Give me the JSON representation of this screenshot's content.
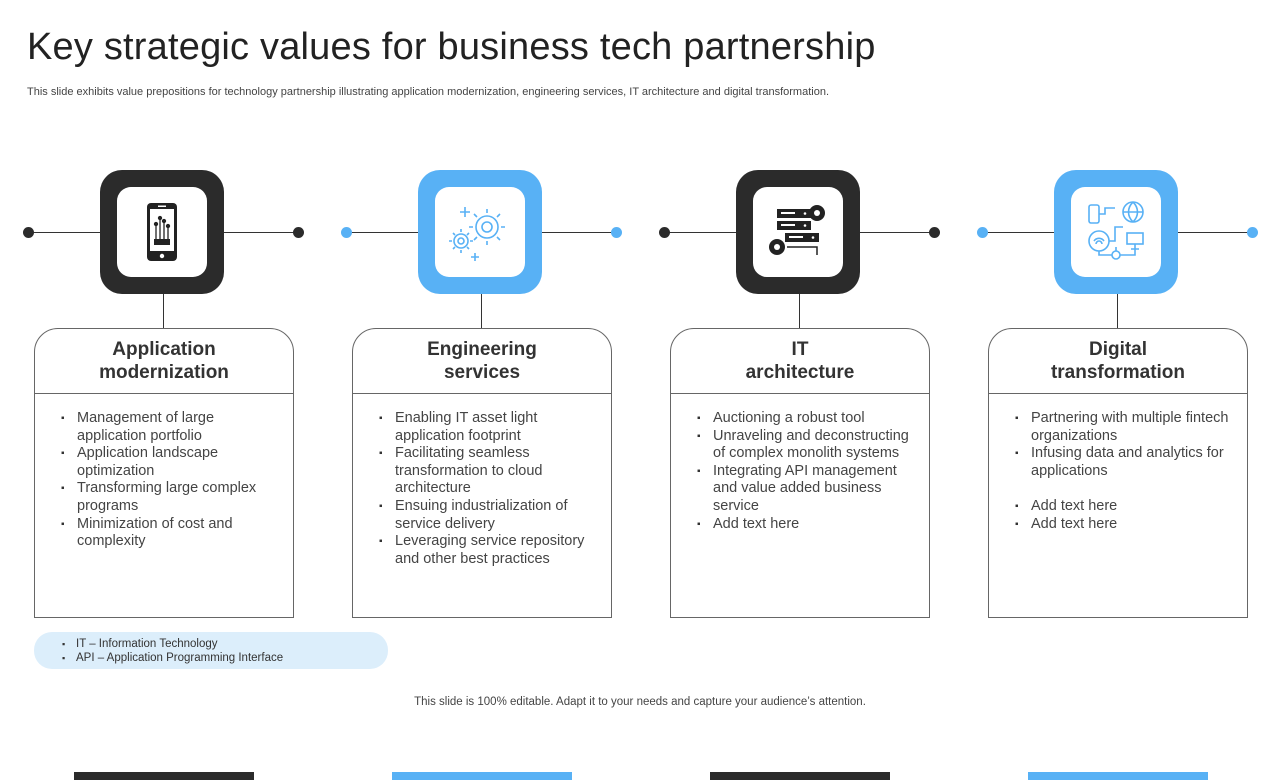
{
  "slide": {
    "title": "Key strategic  values for business tech partnership",
    "subtitle": "This slide exhibits value prepositions for technology partnership illustrating application modernization, engineering services, IT architecture and digital transformation."
  },
  "columns": [
    {
      "theme": "dark",
      "icon": "smartphone-icon",
      "title_line1": "Application",
      "title_line2": "modernization",
      "bullets": [
        "Management of large application portfolio",
        "Application landscape optimization",
        "Transforming large complex programs",
        "Minimization of cost and complexity"
      ]
    },
    {
      "theme": "blue",
      "icon": "gears-icon",
      "title_line1": "Engineering",
      "title_line2": "services",
      "bullets": [
        "Enabling IT asset light application footprint",
        "Facilitating seamless transformation to cloud architecture",
        "Ensuing industrialization of service delivery",
        "Leveraging service repository and other best practices"
      ]
    },
    {
      "theme": "dark",
      "icon": "server-gears-icon",
      "title_line1": "IT",
      "title_line2": "architecture",
      "bullets": [
        "Auctioning a robust tool",
        "Unraveling and deconstructing of complex monolith systems",
        "Integrating API management and value added business service",
        "Add text here"
      ]
    },
    {
      "theme": "blue",
      "icon": "digital-network-icon",
      "title_line1": "Digital",
      "title_line2": "transformation",
      "bullets": [
        "Partnering with multiple fintech organizations",
        "Infusing data and analytics for applications",
        "Add text here",
        "Add text here"
      ]
    }
  ],
  "legend": [
    "IT – Information Technology",
    "API  – Application Programming Interface"
  ],
  "footer": "This slide is 100% editable. Adapt it to your needs and capture your audience’s attention.",
  "colors": {
    "dark": "#2b2b2b",
    "blue": "#58b1f5",
    "legend_bg": "#dceefb"
  }
}
